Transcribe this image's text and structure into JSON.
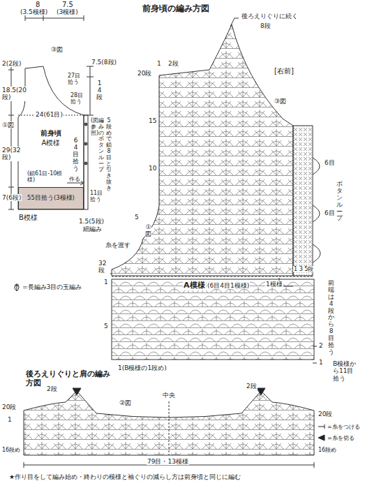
{
  "diagram": {
    "title": "前身頃の編み方図",
    "nodes": [
      {
        "text": [
          "前身頃",
          "A模様"
        ]
      },
      {
        "text": [
          "55目拾う(3模様)",
          "B模様"
        ]
      }
    ],
    "labels": [
      "8",
      "(3.5模様)",
      "7.5",
      "(3模様)",
      "2(2段)",
      "③図",
      "7.5(8段)",
      "27目拾う",
      "28目拾う",
      "14段",
      "18.5(20段)",
      "①図",
      "24(61目)",
      "5段めで鎖8目と引き抜き",
      "編みのボタンループ",
      "(図参照)",
      "64目拾う",
      "29(32段)",
      "(鎖61目-10模様)",
      "作る",
      "11目拾う",
      "7(6段)",
      "1.5(5段)",
      "細編み",
      "後ろえりぐりに続く",
      "8段",
      "2段",
      "1",
      "20段",
      "[右前]",
      "③図",
      "15",
      "10",
      "5",
      "①図",
      "6目",
      "ボタンループ",
      "6目",
      "糸を渡す",
      "32段",
      "1",
      "A模様",
      "(6目4目1模様)",
      "1模様",
      "1 3 5段",
      "前端は4段から8目拾う",
      "5",
      "2",
      "1(B模様の1段め)",
      "B模様から11目拾う",
      "1",
      "後ろえりぐりと肩の編み方図",
      "2段",
      "②図",
      "中央",
      "2段",
      "20段",
      "1",
      "20段",
      "16段め",
      "79目・13模様",
      "16段め",
      "★作り目をして編み始め・終わりの模様と袖ぐりの減らし方は前身頃と同じに編む"
    ],
    "legend": [
      {
        "text": "=長編み3目の玉編み"
      },
      {
        "text": "=糸をつける"
      },
      {
        "text": "=糸を切る"
      }
    ]
  }
}
